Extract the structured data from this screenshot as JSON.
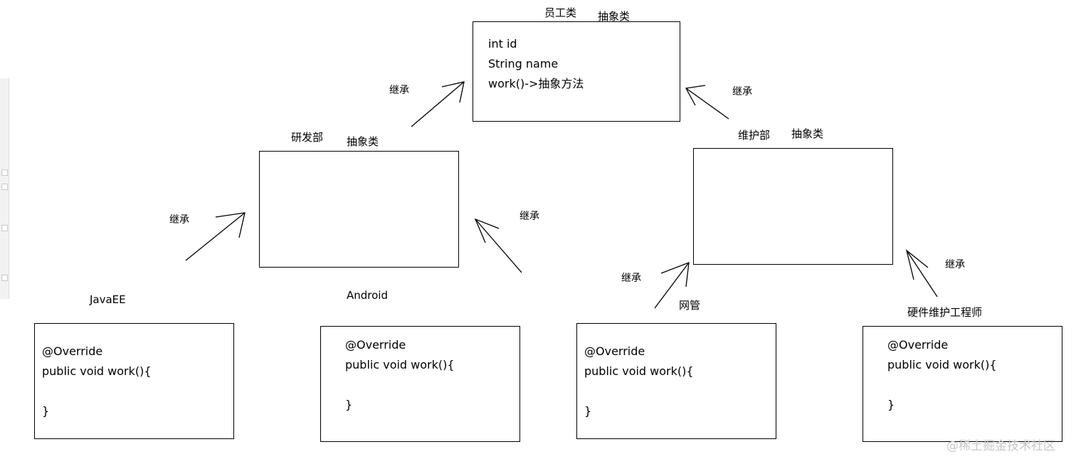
{
  "employee": {
    "title": "员工类",
    "tag": "抽象类",
    "lines": [
      "int id",
      "String name",
      "work()->抽象方法"
    ]
  },
  "research_dept": {
    "title": "研发部",
    "tag": "抽象类"
  },
  "maintenance_dept": {
    "title": "维护部",
    "tag": "抽象类"
  },
  "inherit_label": "继承",
  "leaf_classes": [
    {
      "title": "JavaEE",
      "lines": [
        "@Override",
        "public void work(){",
        "",
        "}"
      ]
    },
    {
      "title": "Android",
      "lines": [
        "@Override",
        "public void work(){",
        "",
        "}"
      ]
    },
    {
      "title": "网管",
      "lines": [
        "@Override",
        "public void work(){",
        "",
        "}"
      ]
    },
    {
      "title": "硬件维护工程师",
      "lines": [
        "@Override",
        "public void work(){",
        "",
        "}"
      ]
    }
  ],
  "watermark": "@稀土掘金技术社区"
}
